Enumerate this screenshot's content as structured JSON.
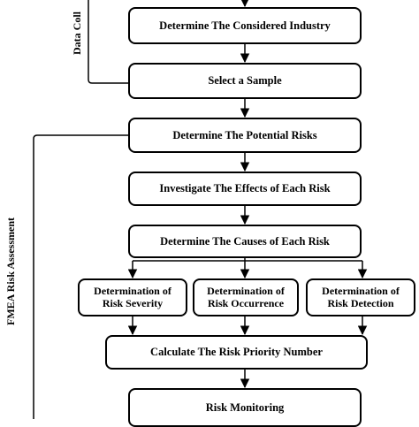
{
  "side_labels": {
    "data_collection": "Data Coll",
    "fmea": "FMEA Risk Assessment"
  },
  "steps": {
    "industry": "Determine The Considered Industry",
    "sample": "Select a Sample",
    "potential_risks": "Determine The Potential Risks",
    "effects": "Investigate The Effects of Each Risk",
    "causes": "Determine The Causes of Each Risk",
    "severity": "Determination of Risk Severity",
    "occurrence": "Determination of Risk Occurrence",
    "detection": "Determination of Risk Detection",
    "rpn": "Calculate The Risk Priority Number",
    "monitoring": "Risk Monitoring"
  }
}
